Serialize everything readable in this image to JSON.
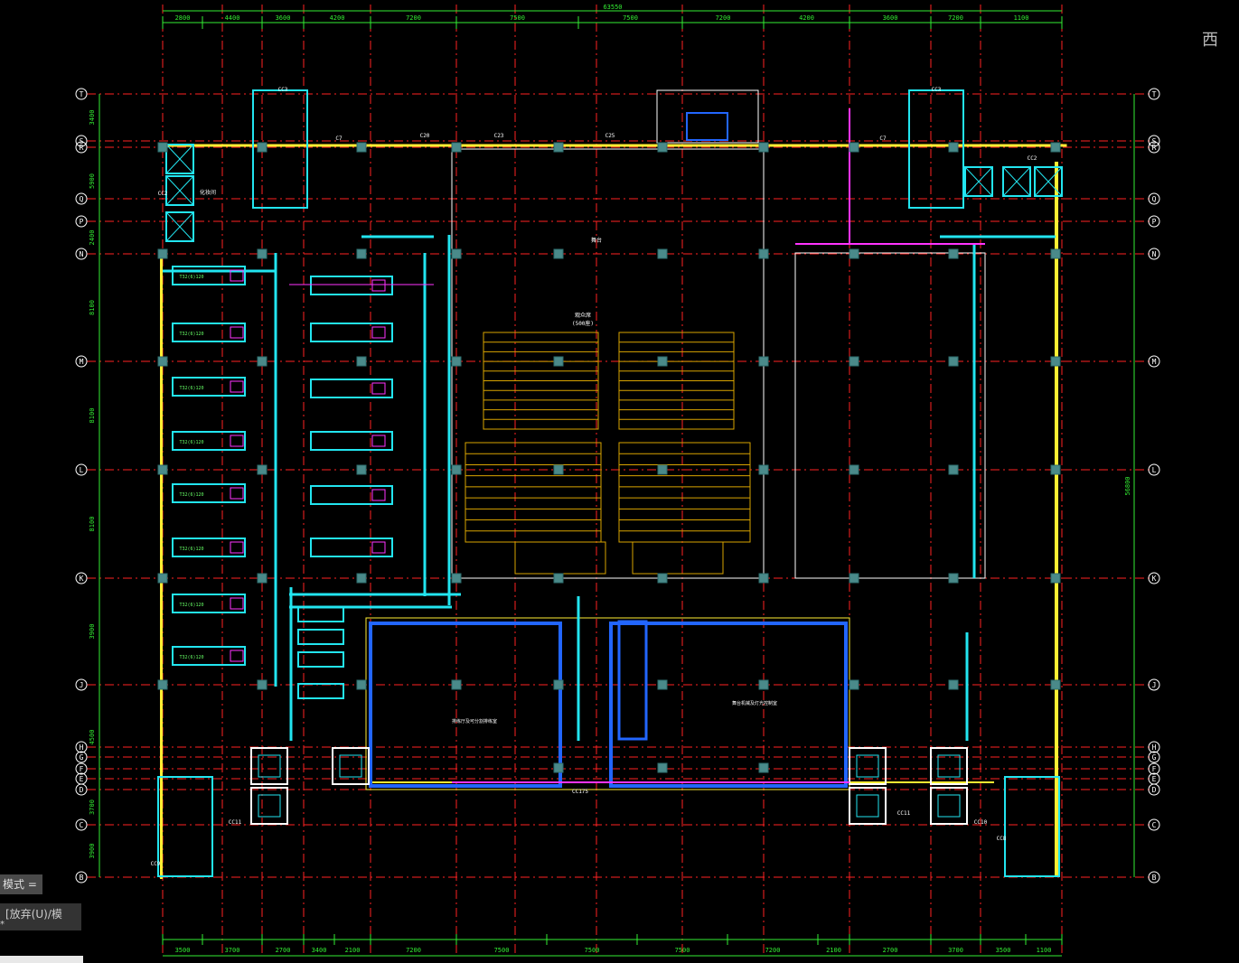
{
  "compass": {
    "label": "西"
  },
  "command": {
    "mode_label": "模式 =",
    "option_label": "[放弃(U)/模",
    "prompt": "*"
  },
  "dims": {
    "overall": "63550",
    "top": [
      "2800",
      "4400",
      "3600",
      "4200",
      "7200",
      "7500",
      "7500",
      "7200",
      "4200",
      "3600",
      "7200",
      "1100"
    ],
    "bottom": [
      "3500",
      "3700",
      "2700",
      "3400",
      "2100",
      "7200",
      "7500",
      "7500",
      "7500",
      "7200",
      "2100",
      "2700",
      "3700",
      "3500",
      "1100"
    ],
    "left": [
      "3400",
      "5900",
      "2400",
      "8100",
      "8100",
      "8100",
      "3900",
      "4500",
      "3700",
      "3900"
    ],
    "right_total": "56800"
  },
  "axes": {
    "rows": [
      "T",
      "S",
      "R",
      "Q",
      "P",
      "N",
      "M",
      "L",
      "K",
      "J",
      "H",
      "G",
      "F",
      "E",
      "D",
      "C",
      "B"
    ]
  },
  "labels": {
    "stage": "舞台",
    "seats_title": "观众席",
    "capacity": "(500座)",
    "room_left_top": "化妆间",
    "aircon_units": [
      "T32(6)120",
      "T32(6)120",
      "T32(6)120",
      "T32(6)120",
      "T32(6)120",
      "T32(6)120",
      "T32(6)120",
      "T32(6)120"
    ],
    "room_lower_left": "排练厅及可分割排练室",
    "room_lower_right": "舞台机械及灯光控制室",
    "cc_marks": [
      "CC3",
      "CC3",
      "CC2",
      "CC2",
      "C7",
      "C7",
      "C20",
      "C23",
      "C25",
      "CC175",
      "CC11",
      "CC11",
      "CC10",
      "CC9",
      "CC8"
    ]
  },
  "colors": {
    "background": "#000000",
    "axis": "#ff2222",
    "dim": "#33ee33",
    "wall": "#ffee33",
    "duct": "#22e5f0",
    "column": "#4a8a8a",
    "seat": "#d9a400",
    "stair": "#2266ff",
    "magenta": "#ff33ff",
    "text": "#ffffff"
  }
}
